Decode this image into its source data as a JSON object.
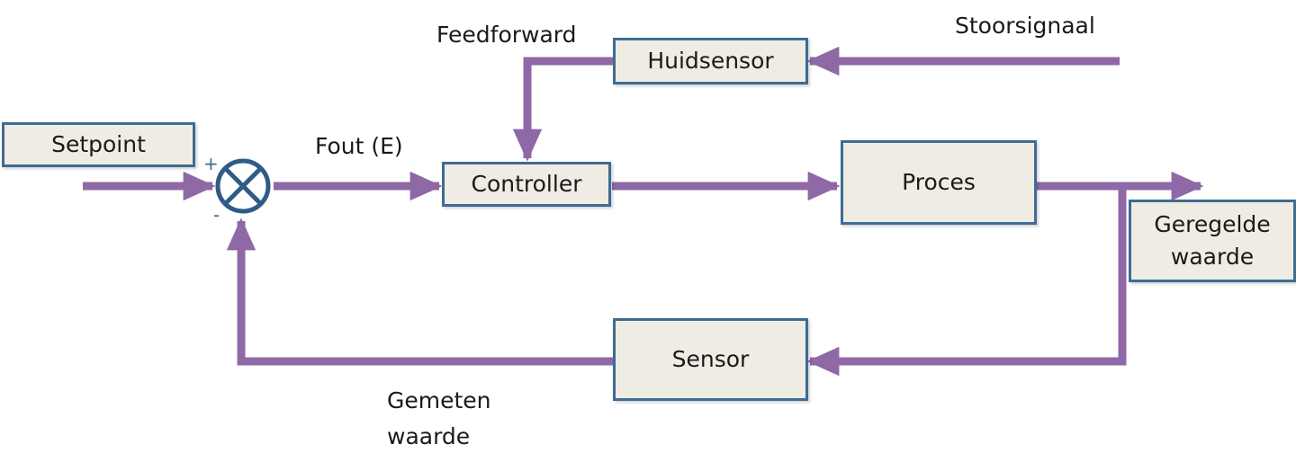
{
  "colors": {
    "line": "#8f68a6",
    "box_border": "#3d6c95",
    "box_fill": "#efece3"
  },
  "blocks": {
    "setpoint": "Setpoint",
    "controller": "Controller",
    "huidsensor": "Huidsensor",
    "proces": "Proces",
    "sensor": "Sensor",
    "geregelde_waarde_line1": "Geregelde",
    "geregelde_waarde_line2": "waarde"
  },
  "labels": {
    "feedforward": "Feedforward",
    "stoorsignaal": "Stoorsignaal",
    "fout": "Fout (E)",
    "gemeten_line1": "Gemeten",
    "gemeten_line2": "waarde"
  },
  "summing_junction": {
    "plus_sign": "+",
    "minus_sign": "-"
  }
}
